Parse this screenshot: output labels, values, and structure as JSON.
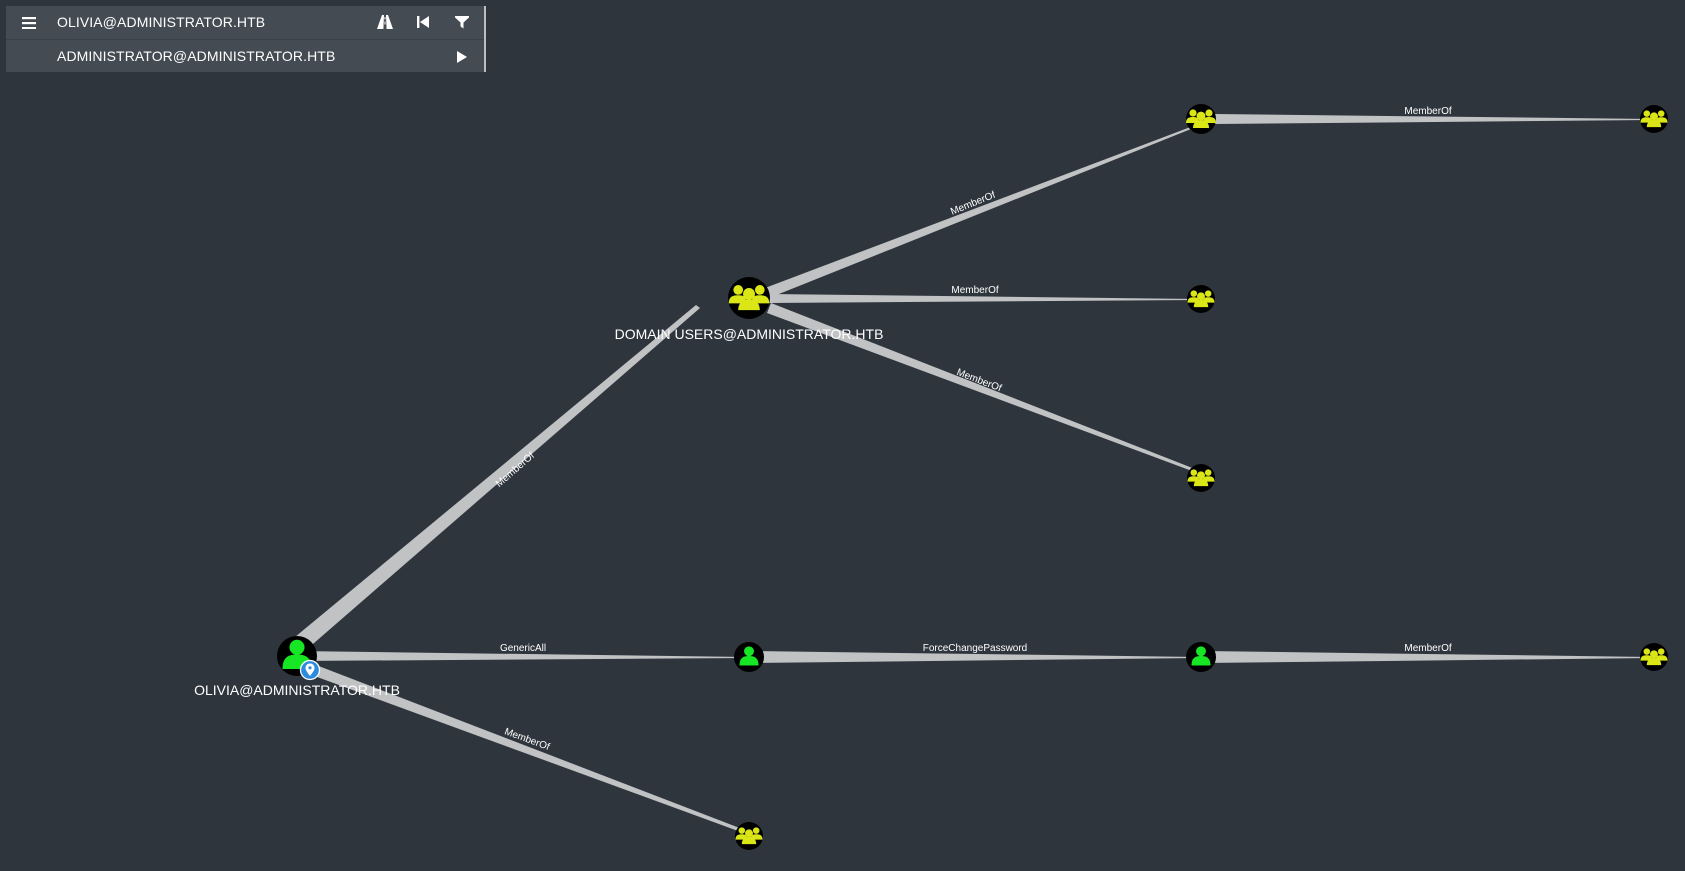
{
  "search": {
    "start_node": "OLIVIA@ADMINISTRATOR.HTB",
    "target_node": "ADMINISTRATOR@ADMINISTRATOR.HTB"
  },
  "icons": {
    "menu": "hamburger-menu-icon",
    "pathfinding": "road-icon",
    "back": "step-backward-icon",
    "filter": "filter-icon",
    "play": "play-icon",
    "user": "user-icon",
    "group": "group-icon",
    "owned": "location-pin-icon"
  },
  "colors": {
    "background": "#2e353d",
    "panel": "#444b52",
    "user": "#17e625",
    "group": "#dbe617",
    "node_fill": "#000000",
    "edge": "#c0c2c4",
    "owned_badge": "#2d8be0"
  },
  "nodes": {
    "olivia": {
      "label": "OLIVIA@ADMINISTRATOR.HTB",
      "type": "user",
      "owned": true
    },
    "domain_users": {
      "label": "DOMAIN USERS@ADMINISTRATOR.HTB",
      "type": "group"
    },
    "group_top_right": {
      "label": "",
      "type": "group"
    },
    "group_top_far": {
      "label": "",
      "type": "group"
    },
    "group_mid_right": {
      "label": "",
      "type": "group"
    },
    "group_lower_right": {
      "label": "",
      "type": "group"
    },
    "user_mid": {
      "label": "",
      "type": "user"
    },
    "user_right": {
      "label": "",
      "type": "user"
    },
    "group_bottom_far": {
      "label": "",
      "type": "group"
    },
    "group_bottom": {
      "label": "",
      "type": "group"
    }
  },
  "edges": [
    {
      "from": "olivia",
      "to": "domain_users",
      "label": "MemberOf"
    },
    {
      "from": "olivia",
      "to": "user_mid",
      "label": "GenericAll"
    },
    {
      "from": "olivia",
      "to": "group_bottom",
      "label": "MemberOf"
    },
    {
      "from": "user_mid",
      "to": "user_right",
      "label": "ForceChangePassword"
    },
    {
      "from": "user_right",
      "to": "group_bottom_far",
      "label": "MemberOf"
    },
    {
      "from": "domain_users",
      "to": "group_top_right",
      "label": "MemberOf"
    },
    {
      "from": "domain_users",
      "to": "group_mid_right",
      "label": "MemberOf"
    },
    {
      "from": "domain_users",
      "to": "group_lower_right",
      "label": "MemberOf"
    },
    {
      "from": "group_top_right",
      "to": "group_top_far",
      "label": "MemberOf"
    }
  ]
}
